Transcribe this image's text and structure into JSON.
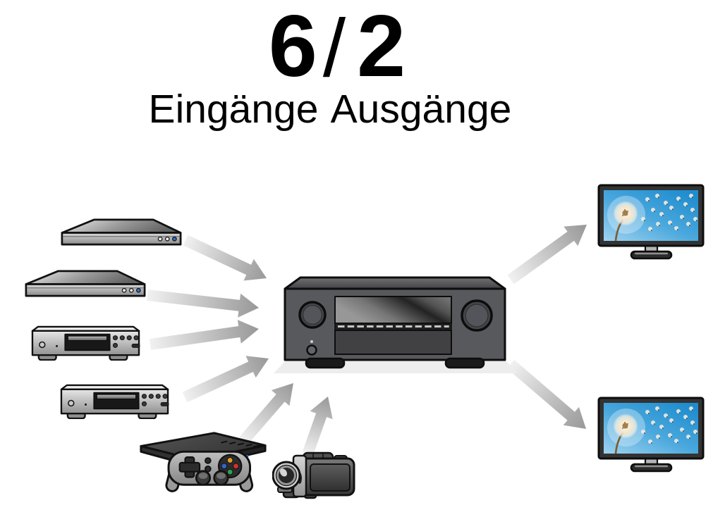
{
  "header": {
    "inputs_count": "6",
    "separator": "/",
    "outputs_count": "2",
    "inputs_label": "Eingänge",
    "outputs_label": "Ausgänge"
  },
  "diagram": {
    "description": "6 input source devices connect to an AV receiver which outputs to 2 TVs",
    "input_device_icons": [
      "blu-ray-disc-player-icon",
      "blu-ray-disc-player-icon",
      "cd-player-icon",
      "cd-player-icon",
      "game-console-icon",
      "camcorder-icon"
    ],
    "center_device_icon": "av-receiver-icon",
    "output_device_icons": [
      "tv-icon",
      "tv-icon"
    ],
    "connections": {
      "inputs_to_receiver": 6,
      "receiver_to_outputs": 2
    }
  },
  "colors": {
    "background": "#ffffff",
    "text": "#000000",
    "arrow_tail": "#f1f1f1",
    "arrow_head": "#989898",
    "tv_screen_sky": "#2e96d4",
    "device_outline": "#111111"
  }
}
